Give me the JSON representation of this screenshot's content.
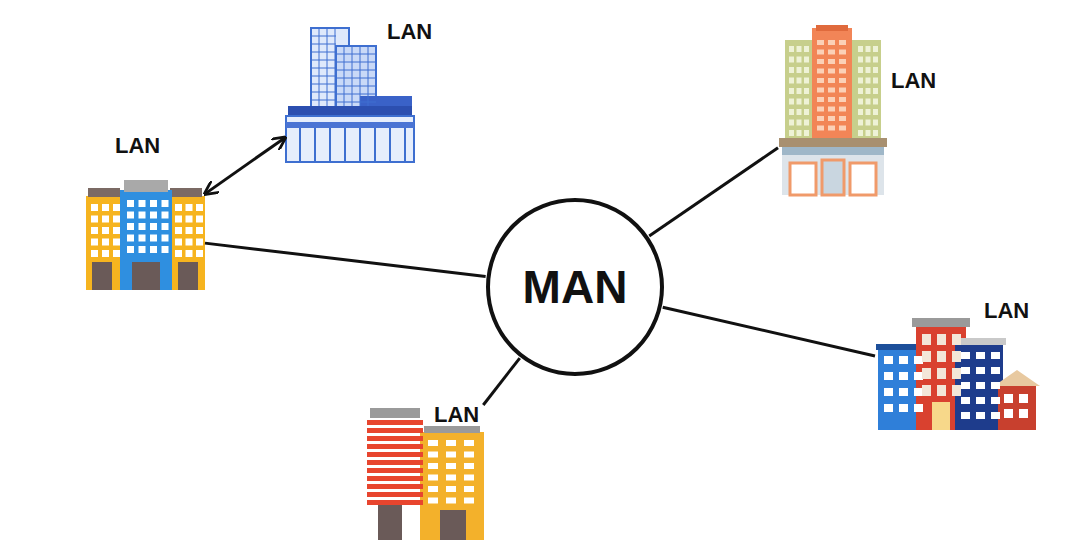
{
  "diagram": {
    "nodes": [
      {
        "text": [
          "LAN"
        ]
      },
      {
        "text": [
          "LAN"
        ]
      },
      {
        "text": [
          "LAN"
        ]
      },
      {
        "text": [
          "MAN"
        ]
      },
      {
        "text": [
          "LAN"
        ]
      },
      {
        "text": [
          "LAN"
        ]
      }
    ],
    "edges": [
      {
        "from": 2,
        "to": 0,
        "arrow": "both"
      },
      {
        "from": 2,
        "to": 3,
        "arrow": "none"
      },
      {
        "from": 1,
        "to": 3,
        "arrow": "none"
      },
      {
        "from": 3,
        "to": 4,
        "arrow": "none"
      },
      {
        "from": 3,
        "to": 5,
        "arrow": "none"
      }
    ]
  }
}
